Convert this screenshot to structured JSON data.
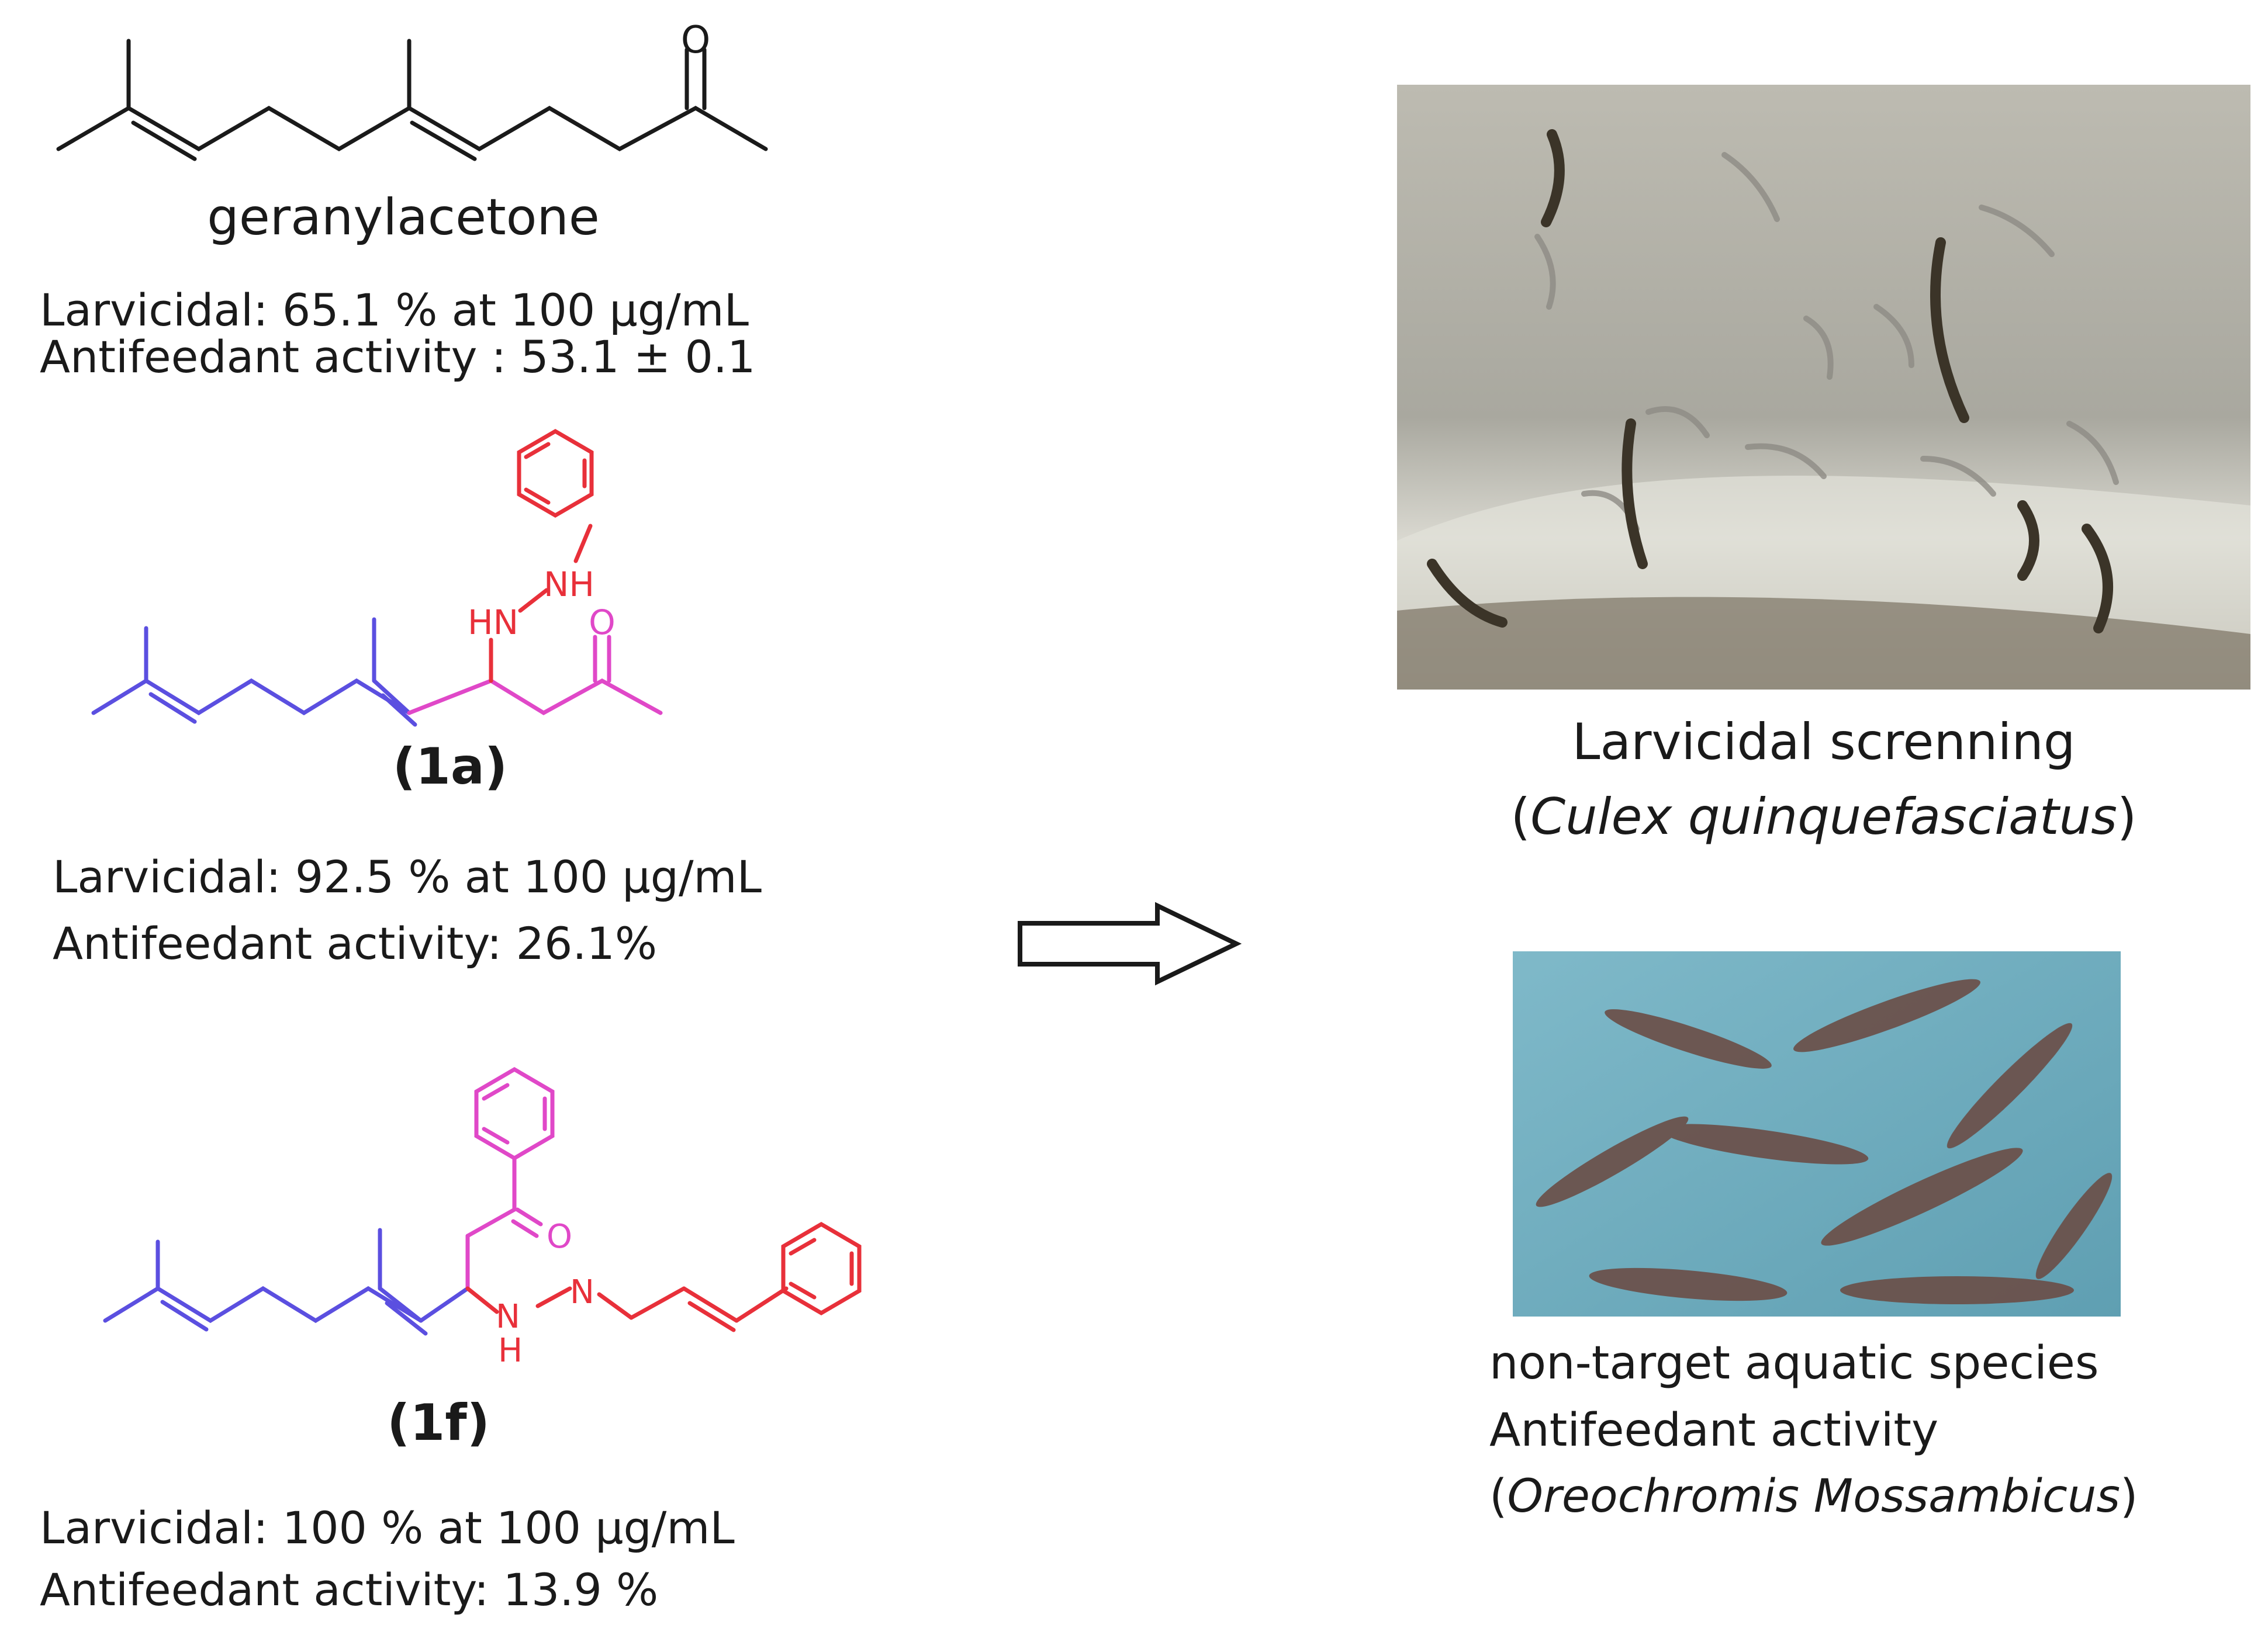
{
  "compounds": [
    {
      "name": "geranylacetone",
      "larvicidal": "Larvicidal: 65.1 % at 100 µg/mL",
      "antifeedant": "Antifeedant activity : 53.1 ± 0.1"
    },
    {
      "name": "(1a)",
      "larvicidal": "Larvicidal: 92.5 % at 100 µg/mL",
      "antifeedant": "Antifeedant activity: 26.1%"
    },
    {
      "name": "(1f)",
      "larvicidal": "Larvicidal: 100 % at 100 µg/mL",
      "antifeedant": "Antifeedant activity: 13.9 %"
    }
  ],
  "atoms": {
    "oxygen": "O",
    "hn": "HN",
    "nh": "NH",
    "n": "N",
    "h": "H"
  },
  "screening": {
    "title": "Larvicidal screnning",
    "open": "(",
    "species": "Culex quinquefasciatus",
    "close": ")"
  },
  "aquatic": {
    "line1": "non-target aquatic species",
    "line2": "Antifeedant activity",
    "open": "(",
    "species": "Oreochromis Mossambicus",
    "close": ")"
  },
  "colors": {
    "ink": "#1a1a1a",
    "chain": "#5b4fe0",
    "pink": "#e048c8",
    "red": "#e8303a"
  }
}
